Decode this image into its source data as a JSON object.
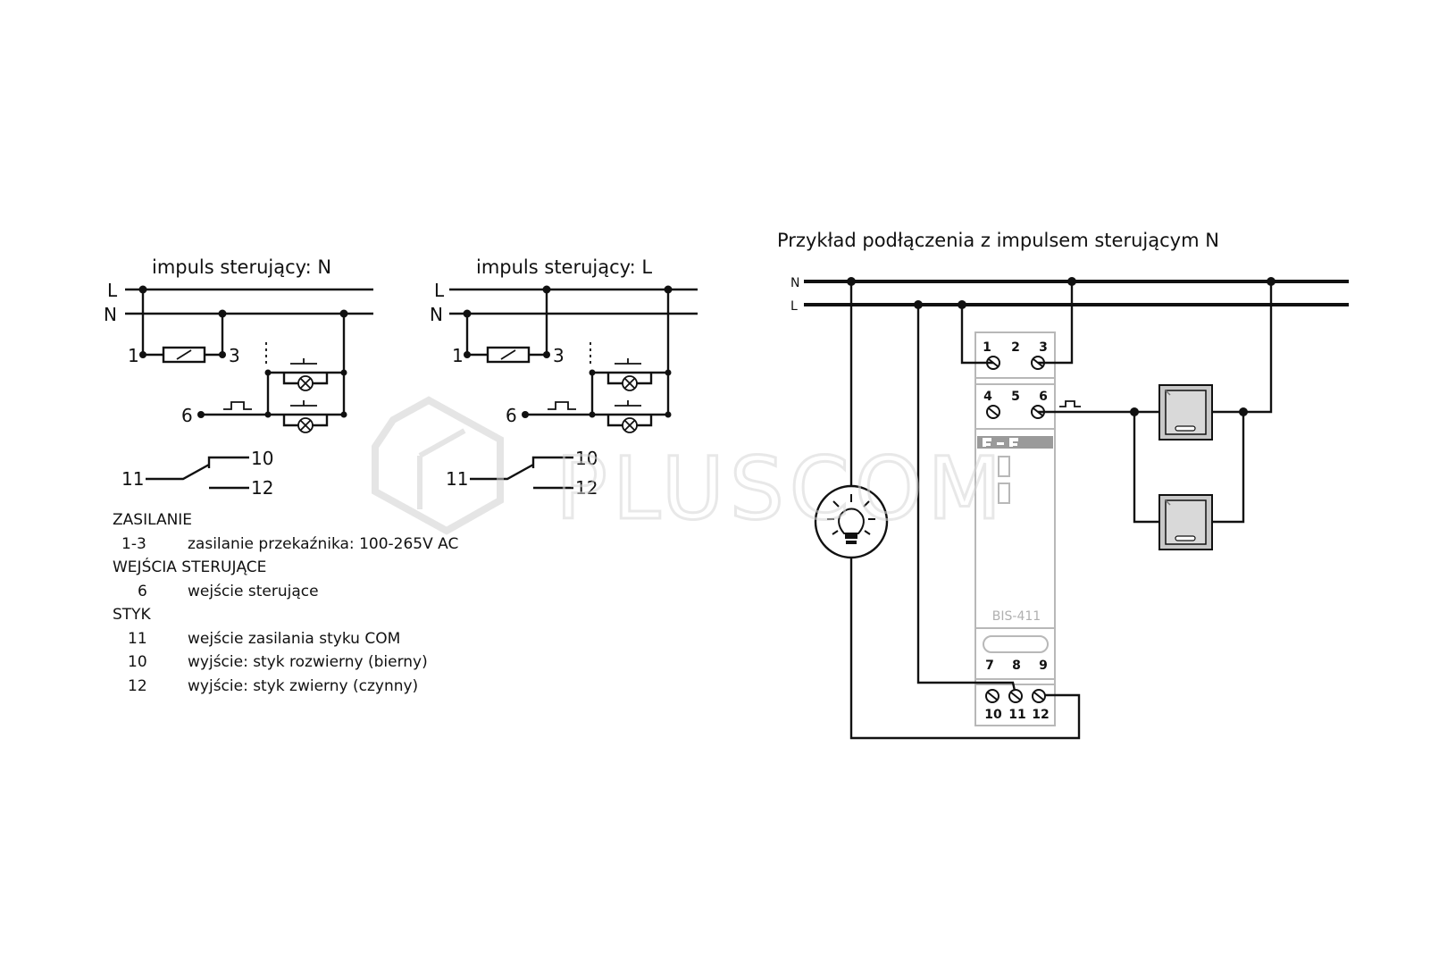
{
  "left_diagrams": [
    {
      "title": "impuls sterujący: N",
      "bus_L": "L",
      "bus_N": "N",
      "terminal_1": "1",
      "terminal_3": "3",
      "terminal_6": "6",
      "contact_11": "11",
      "contact_10": "10",
      "contact_12": "12"
    },
    {
      "title": "impuls sterujący: L",
      "bus_L": "L",
      "bus_N": "N",
      "terminal_1": "1",
      "terminal_3": "3",
      "terminal_6": "6",
      "contact_11": "11",
      "contact_10": "10",
      "contact_12": "12"
    }
  ],
  "legend": {
    "section_power": "ZASILANIE",
    "power_rows": [
      {
        "code": "1-3",
        "desc": "zasilanie przekaźnika: 100-265V AC"
      }
    ],
    "section_inputs": "WEJŚCIA STERUJĄCE",
    "input_rows": [
      {
        "code": "6",
        "desc": "wejście sterujące"
      }
    ],
    "section_contact": "STYK",
    "contact_rows": [
      {
        "code": "11",
        "desc": "wejście zasilania styku COM"
      },
      {
        "code": "10",
        "desc": "wyjście: styk rozwierny (bierny)"
      },
      {
        "code": "12",
        "desc": "wyjście: styk zwierny (czynny)"
      }
    ]
  },
  "example": {
    "title": "Przykład podłączenia z impulsem sterującym N",
    "bus_N": "N",
    "bus_L": "L",
    "device_label": "BIS-411",
    "top_terminals": [
      "1",
      "2",
      "3"
    ],
    "mid_terminals": [
      "4",
      "5",
      "6"
    ],
    "low_terminals": [
      "7",
      "8",
      "9"
    ],
    "bottom_terminals": [
      "10",
      "11",
      "12"
    ]
  },
  "watermark": "PLUSCOM",
  "colors": {
    "line": "#111111",
    "device_border": "#b8b8b8",
    "button_fill": "#d9d9d9",
    "watermark": "#d6d6d6"
  }
}
